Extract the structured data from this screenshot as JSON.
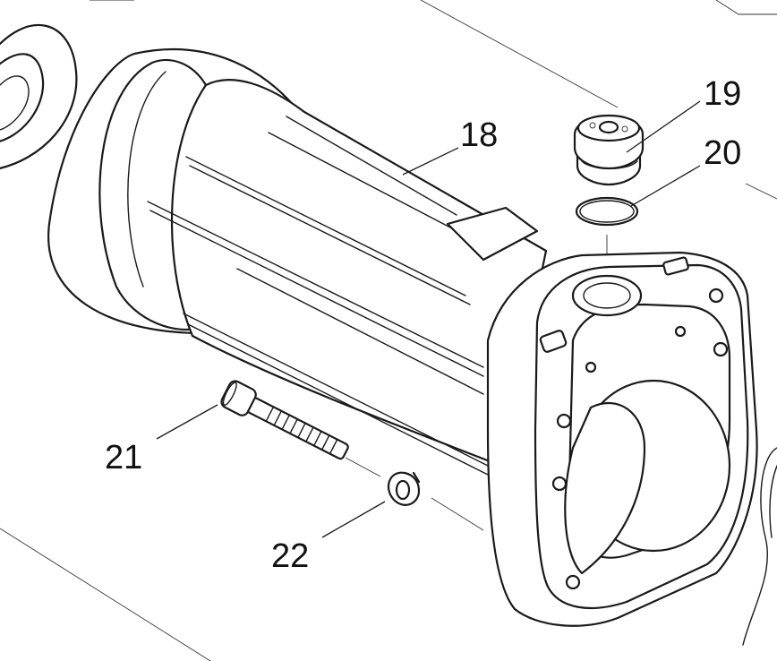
{
  "diagram": {
    "callouts": [
      {
        "id": "callout-18",
        "number": "18",
        "part": "housing"
      },
      {
        "id": "callout-19",
        "number": "19",
        "part": "plug"
      },
      {
        "id": "callout-20",
        "number": "20",
        "part": "o-ring"
      },
      {
        "id": "callout-21",
        "number": "21",
        "part": "screw"
      },
      {
        "id": "callout-22",
        "number": "22",
        "part": "washer"
      }
    ],
    "line_color": "#1a1a1a",
    "background": "#ffffff"
  }
}
